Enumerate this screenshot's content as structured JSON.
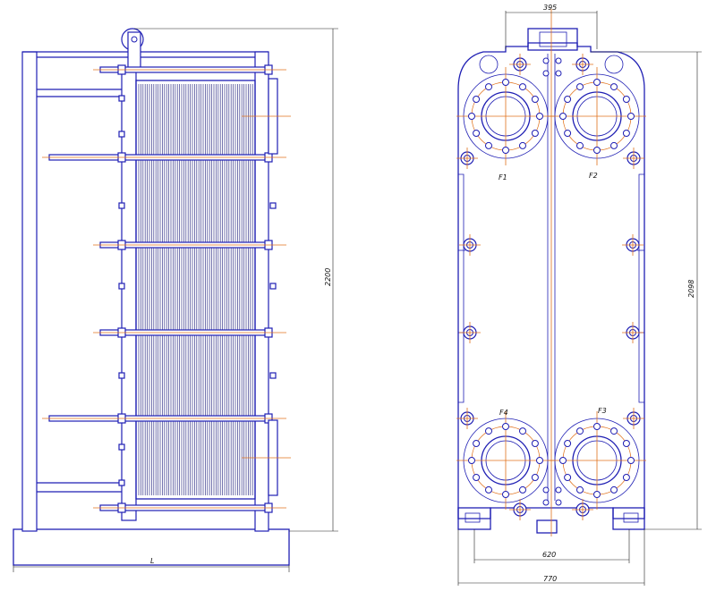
{
  "side_view": {
    "length_dim": "L",
    "height_dim": "2200"
  },
  "front_view": {
    "port_spacing_dim": "395",
    "port_height_dim": "2098",
    "foot_spacing_dim": "620",
    "total_width_dim": "770",
    "ports": [
      "F1",
      "F2",
      "F3",
      "F4"
    ]
  },
  "colors": {
    "frame": "#1f1fb4",
    "axis": "#e0711b",
    "dimension": "#222222"
  }
}
